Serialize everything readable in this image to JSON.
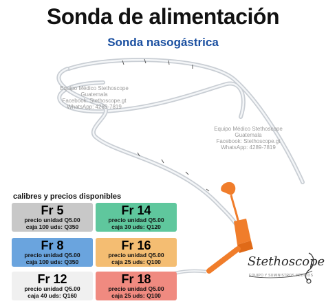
{
  "title": "Sonda de alimentación",
  "subtitle": "Sonda nasogástrica",
  "watermark": {
    "lines": [
      "Equipo Médico Stethoscope",
      "Guatemala",
      "Facebook: Stethoscope.gt",
      "WhatsApp: 4289-7819"
    ]
  },
  "prices": {
    "heading": "calibres y precios disponibles",
    "items": [
      {
        "fr": "Fr 5",
        "unit": "precio unidad Q5.00",
        "box": "caja 100 uds: Q350",
        "color": "#c8c8c8"
      },
      {
        "fr": "Fr 8",
        "unit": "precio unidad Q5.00",
        "box": "caja 100 uds: Q350",
        "color": "#6aa4de"
      },
      {
        "fr": "Fr 12",
        "unit": "precio unidad Q5.00",
        "box": "caja 40 uds: Q160",
        "color": "#f0f0f0"
      },
      {
        "fr": "Fr 14",
        "unit": "precio unidad Q5.00",
        "box": "caja 30 uds: Q120",
        "color": "#5fc79d"
      },
      {
        "fr": "Fr 16",
        "unit": "precio unidad Q5.00",
        "box": "caja 25 uds: Q100",
        "color": "#f4bd72"
      },
      {
        "fr": "Fr 18",
        "unit": "precio unidad Q5.00",
        "box": "caja 25 uds: Q100",
        "color": "#f08a80"
      }
    ]
  },
  "brand": {
    "name": "Stethoscope",
    "tagline": "EQUIPO Y SUMINISTROS MÉDICOS"
  }
}
